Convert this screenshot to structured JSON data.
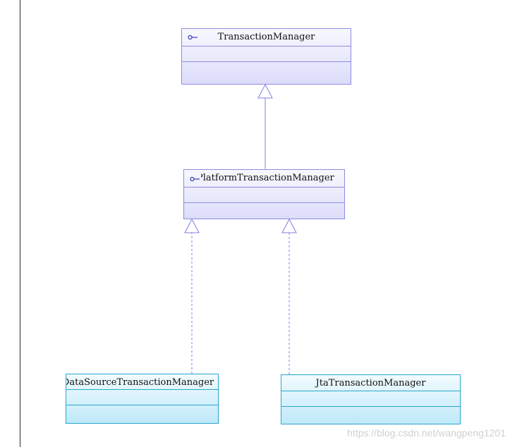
{
  "diagram": {
    "classes": {
      "transaction_manager": {
        "name": "TransactionManager",
        "stereotype": "interface"
      },
      "platform_transaction_manager": {
        "name": "PlatformTransactionManager",
        "stereotype": "interface"
      },
      "datasource_transaction_manager": {
        "name": "DataSourceTransactionManager",
        "stereotype": "class"
      },
      "jta_transaction_manager": {
        "name": "JtaTransactionManager",
        "stereotype": "class"
      }
    },
    "relations": [
      {
        "from": "PlatformTransactionManager",
        "to": "TransactionManager",
        "kind": "generalization"
      },
      {
        "from": "DataSourceTransactionManager",
        "to": "PlatformTransactionManager",
        "kind": "realization"
      },
      {
        "from": "JtaTransactionManager",
        "to": "PlatformTransactionManager",
        "kind": "realization"
      }
    ],
    "colors": {
      "interface_border": "#8c8ce0",
      "interface_fill": "#dcdcfa",
      "class_border": "#2aa6cf",
      "class_fill": "#bfe9f8"
    }
  },
  "watermark": "https://blog.csdn.net/wangpeng1201"
}
